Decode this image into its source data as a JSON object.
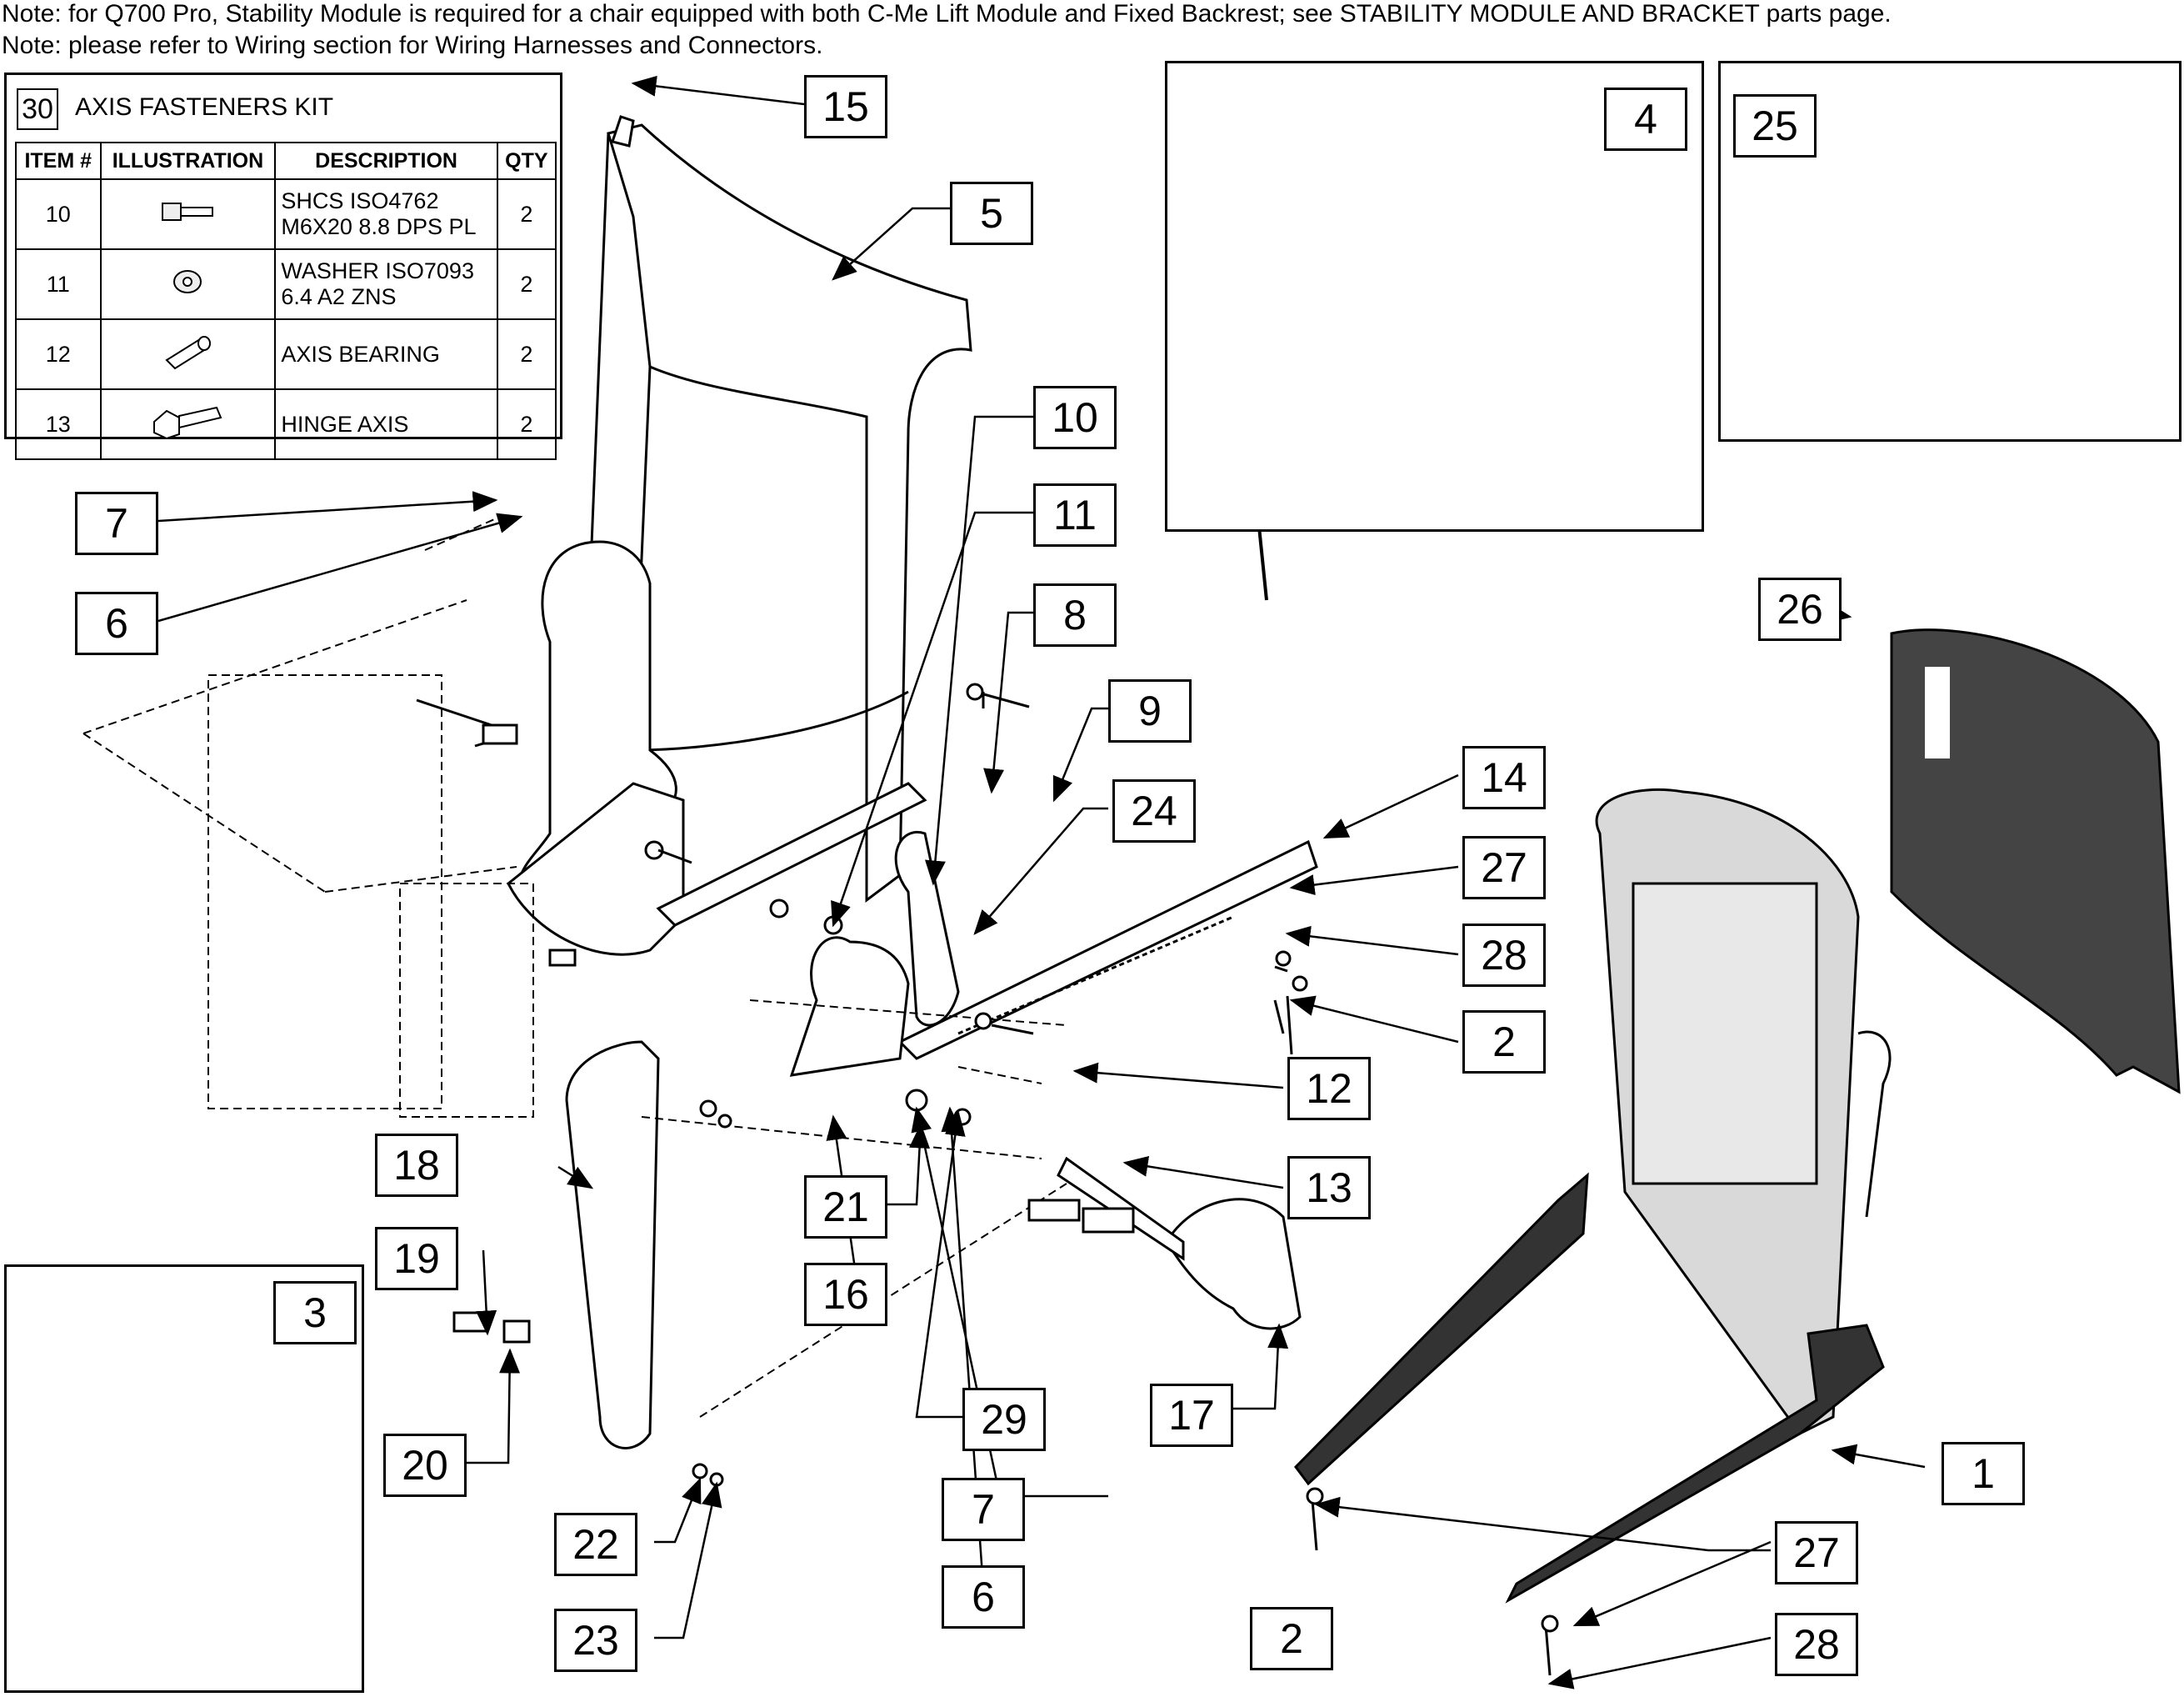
{
  "notes": [
    "Note: for Q700 Pro, Stability Module is required for a chair equipped with both C-Me Lift Module and  Fixed Backrest; see STABILITY MODULE AND BRACKET parts page.",
    "Note: please refer to Wiring section for Wiring Harnesses and Connectors."
  ],
  "kit": {
    "number": "30",
    "title": "AXIS FASTENERS KIT",
    "headers": [
      "ITEM #",
      "ILLUSTRATION",
      "DESCRIPTION",
      "QTY"
    ],
    "rows": [
      {
        "item": "10",
        "desc1": "SHCS ISO4762",
        "desc2": "M6X20 8.8 DPS PL",
        "qty": "2",
        "icon": "socket-head-screw-icon"
      },
      {
        "item": "11",
        "desc1": "WASHER ISO7093",
        "desc2": "6.4 A2 ZNS",
        "qty": "2",
        "icon": "washer-icon"
      },
      {
        "item": "12",
        "desc1": "AXIS BEARING",
        "desc2": "",
        "qty": "2",
        "icon": "bearing-sleeve-icon"
      },
      {
        "item": "13",
        "desc1": "HINGE AXIS",
        "desc2": "",
        "qty": "2",
        "icon": "hinge-bolt-icon"
      }
    ]
  },
  "callouts": [
    {
      "label": "15"
    },
    {
      "label": "5"
    },
    {
      "label": "4"
    },
    {
      "label": "25"
    },
    {
      "label": "10"
    },
    {
      "label": "7"
    },
    {
      "label": "11"
    },
    {
      "label": "6"
    },
    {
      "label": "8"
    },
    {
      "label": "26"
    },
    {
      "label": "9"
    },
    {
      "label": "14"
    },
    {
      "label": "24"
    },
    {
      "label": "27"
    },
    {
      "label": "28"
    },
    {
      "label": "2"
    },
    {
      "label": "12"
    },
    {
      "label": "13"
    },
    {
      "label": "18"
    },
    {
      "label": "21"
    },
    {
      "label": "19"
    },
    {
      "label": "16"
    },
    {
      "label": "3"
    },
    {
      "label": "29"
    },
    {
      "label": "17"
    },
    {
      "label": "20"
    },
    {
      "label": "7"
    },
    {
      "label": "1"
    },
    {
      "label": "22"
    },
    {
      "label": "6"
    },
    {
      "label": "27"
    },
    {
      "label": "23"
    },
    {
      "label": "2"
    },
    {
      "label": "28"
    }
  ],
  "colors": {
    "line": "#000000",
    "part_light": "#d9d9d9",
    "part_dark": "#333333",
    "part_shell": "#444444"
  }
}
